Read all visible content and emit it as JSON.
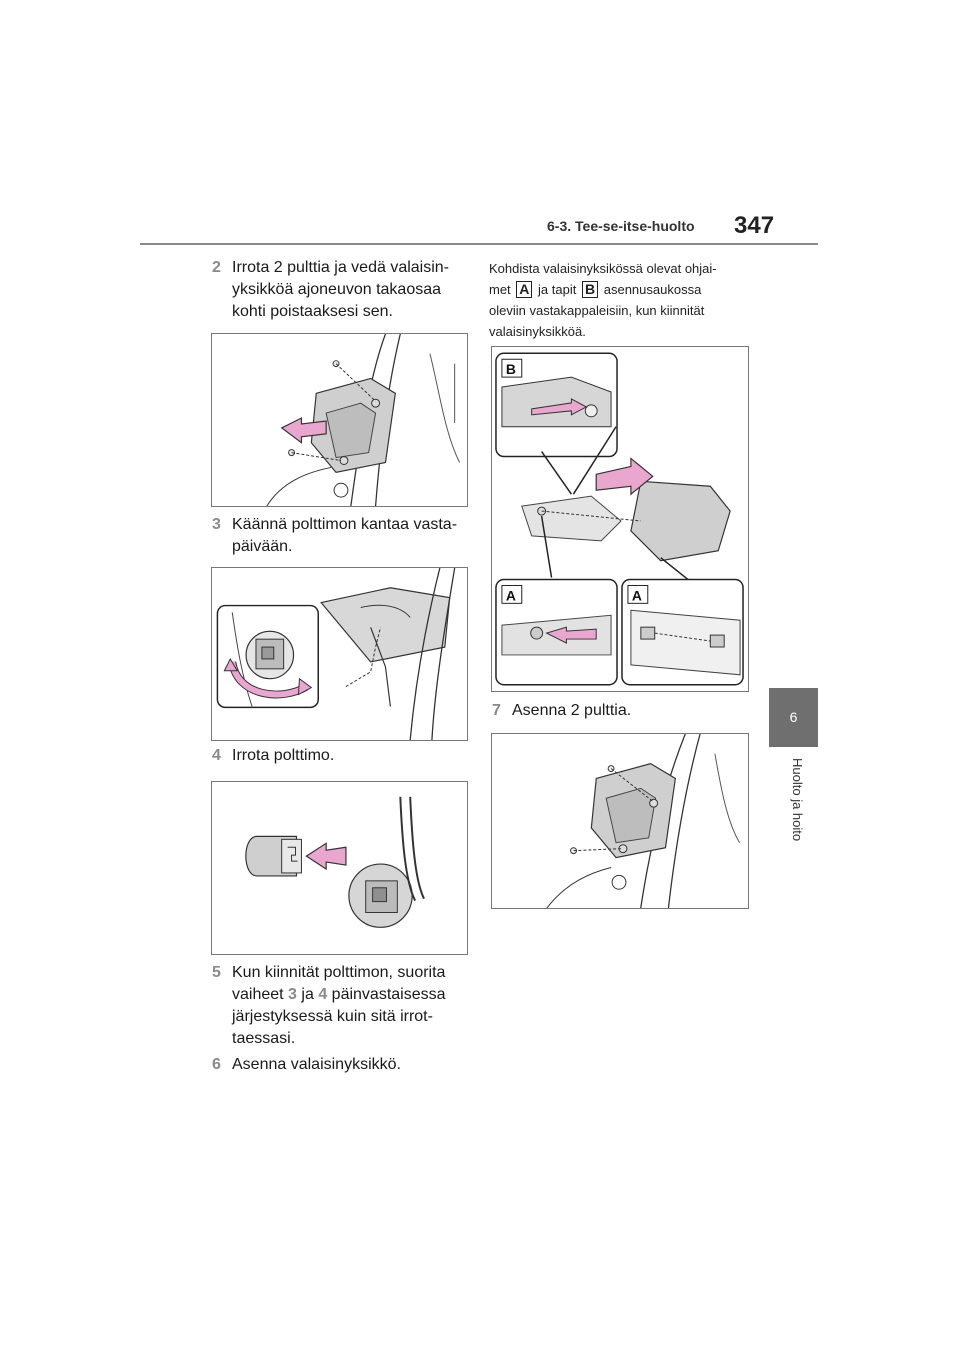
{
  "header": {
    "section": "6-3. Tee-se-itse-huolto",
    "page_number": "347"
  },
  "side_tab": {
    "chapter": "6",
    "label": "Huolto ja hoito"
  },
  "steps": [
    {
      "num": "2",
      "text": "Irrota 2 pulttia ja vedä valaisin-\nyksikköä ajoneuvon takaosaa\nkohti poistaaksesi sen."
    },
    {
      "num": "3",
      "text": "Käännä polttimon kantaa vasta-\npäivään."
    },
    {
      "num": "4",
      "text": "Irrota polttimo."
    },
    {
      "num": "5",
      "text_part1": "Kun kiinnität polttimon, suorita\nvaiheet",
      "ref1": "3",
      "and_word": "ja",
      "ref2": "4",
      "text_part2": "päinvastaisessa\njärjestyksessä kuin sitä irrot-\ntaessasi."
    },
    {
      "num": "6",
      "text": "Asenna valaisinyksikkö."
    },
    {
      "num": "7",
      "text": "Asenna 2 pulttia."
    }
  ],
  "note": {
    "line1": "Kohdista valaisinyksikössä olevat ohjai-",
    "line2_start": "met",
    "label_a": "A",
    "mid": "ja tapit",
    "label_b": "B",
    "line2_end": "asennusaukossa",
    "line3": "oleviin vastakappaleisiin, kun kiinnität valaisinyksikköä."
  },
  "figure_labels": {
    "b": "B",
    "a_left": "A",
    "a_right": "A"
  },
  "colors": {
    "arrow_pink": "#e9a6cf",
    "lamp_gray": "#cfcfcf",
    "rule_gray": "#8a8a8a",
    "tab_gray": "#6f6f6f"
  }
}
